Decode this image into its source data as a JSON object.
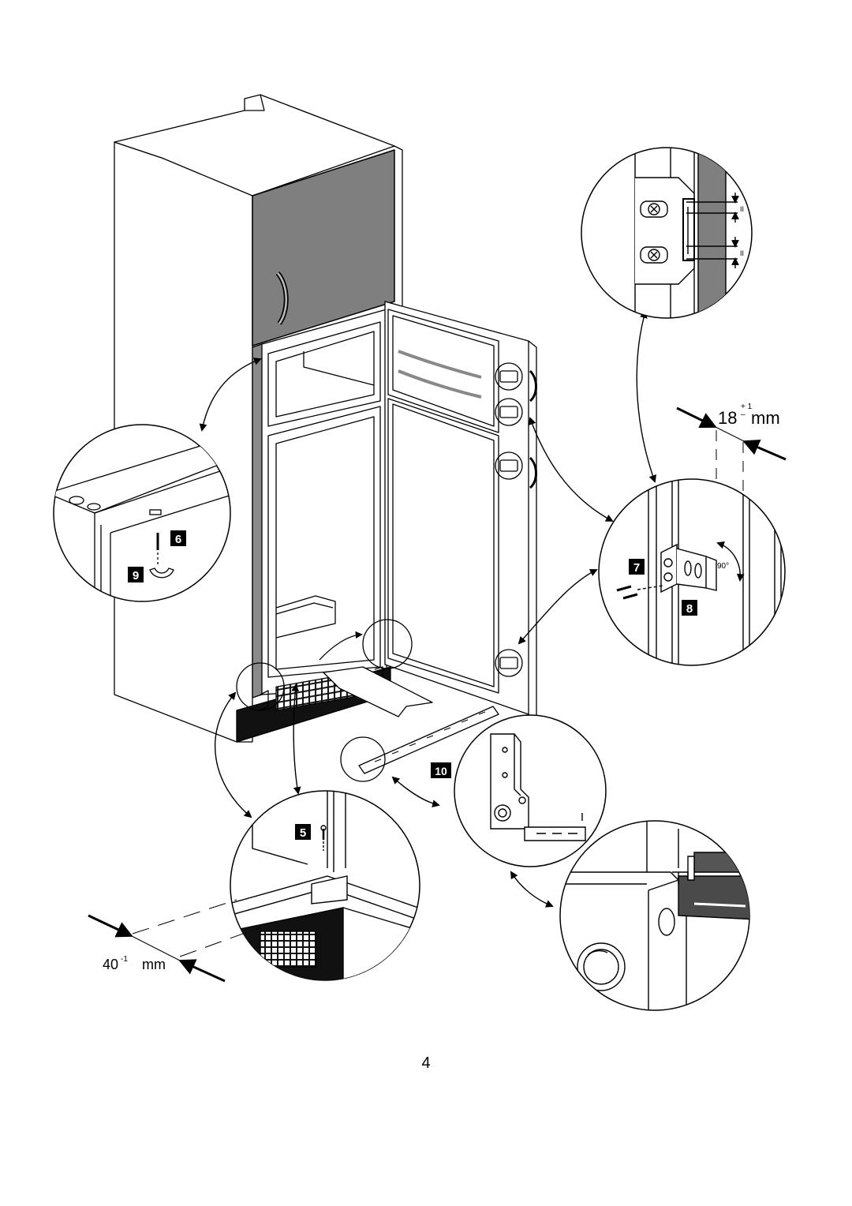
{
  "callouts": {
    "step5": "5",
    "step6": "6",
    "step7": "7",
    "step8": "8",
    "step9": "9",
    "step10": "10"
  },
  "dimensions": {
    "side_gap_value": "18",
    "side_gap_tolerance_plus": "+ 1",
    "side_gap_tolerance_minus": "–",
    "side_gap_unit": "mm",
    "bottom_gap_value": "40",
    "bottom_gap_tolerance": "-1",
    "bottom_gap_unit": "mm",
    "angle": "90°"
  },
  "page": {
    "number": "4"
  }
}
